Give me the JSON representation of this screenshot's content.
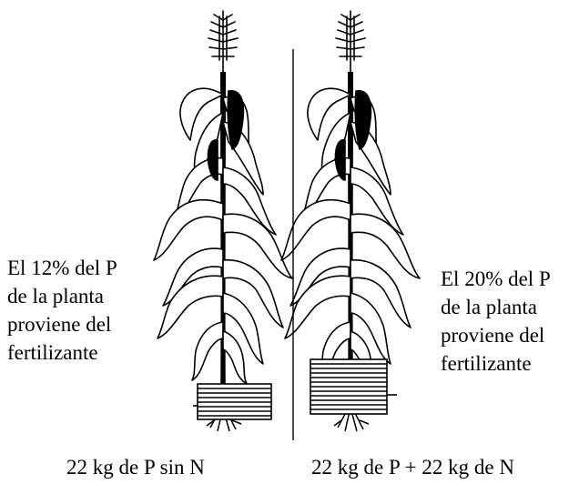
{
  "left_panel": {
    "note": "El 12% del P\nde la planta\nproviene del\nfertilizante",
    "caption": "22 kg de P sin N"
  },
  "right_panel": {
    "note": "El 20% del P\nde la planta\nproviene del\nfertilizante",
    "caption": "22 kg de P + 22 kg de N"
  },
  "colors": {
    "ink": "#000000",
    "background": "#ffffff"
  }
}
